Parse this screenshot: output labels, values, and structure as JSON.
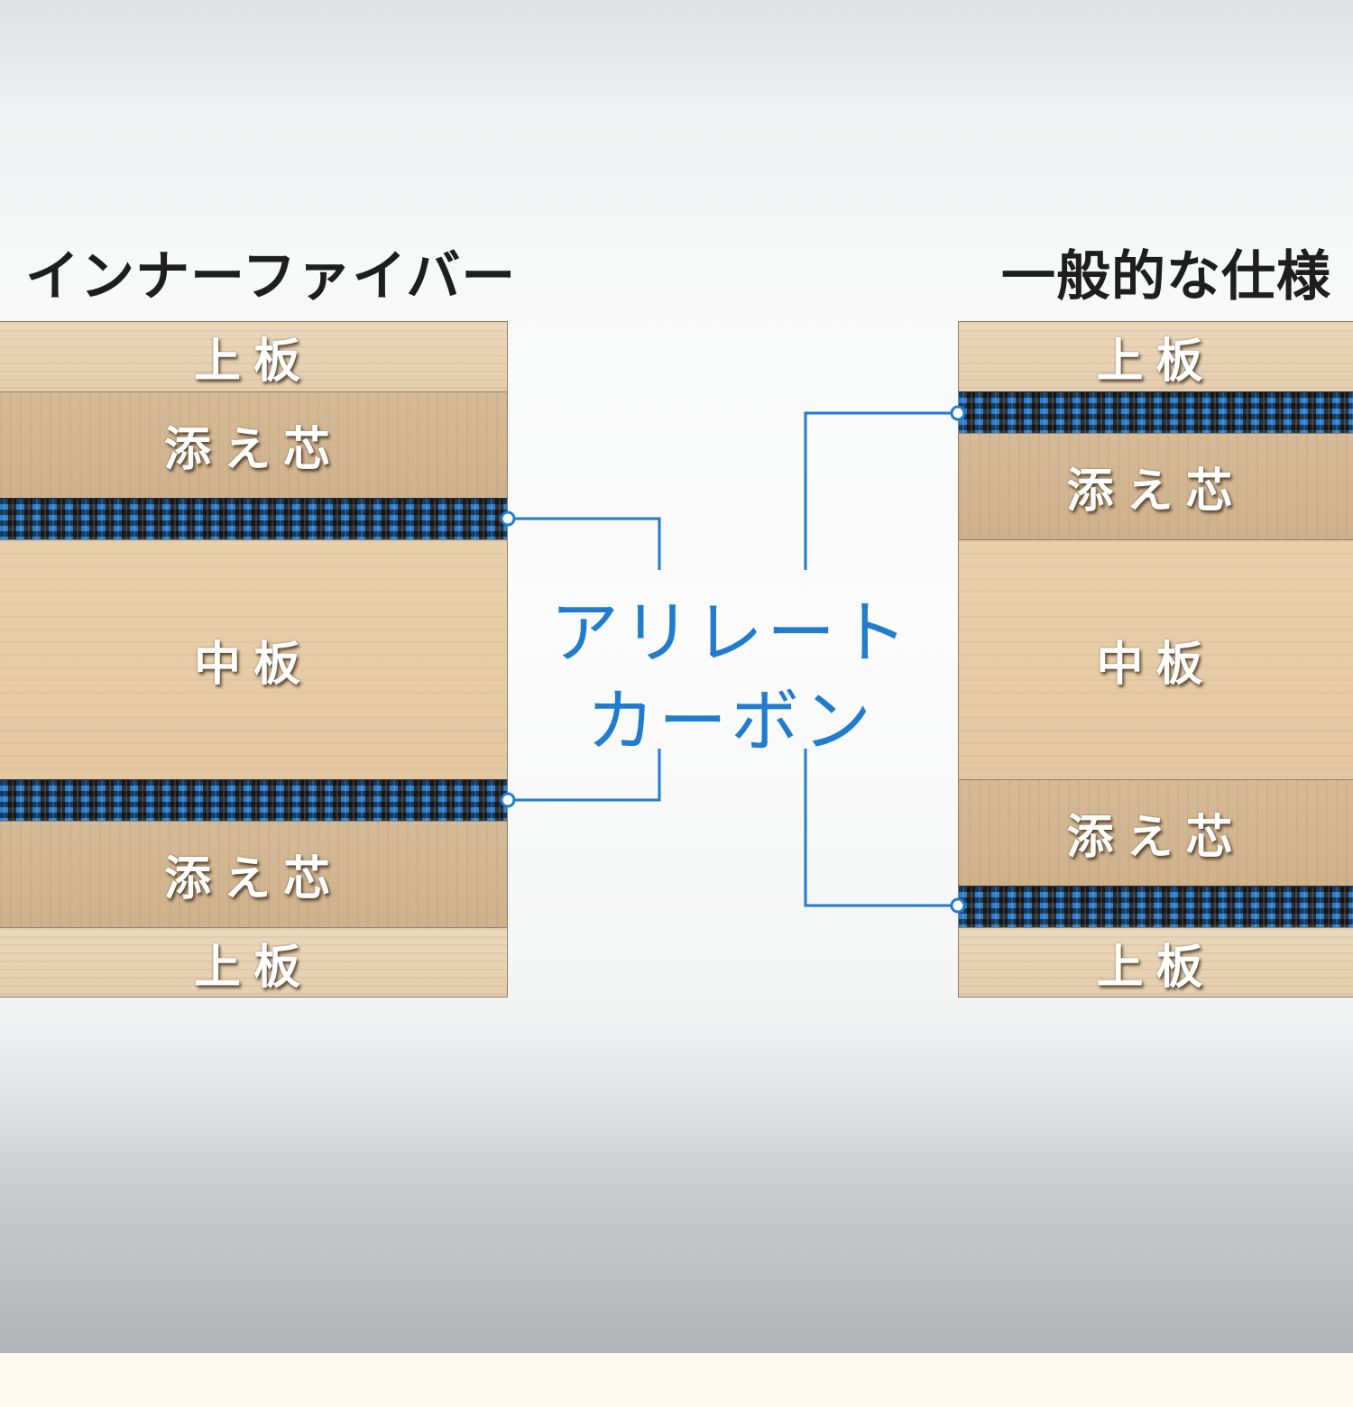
{
  "left_panel": {
    "title": "インナーファイバー",
    "layers": [
      "上板",
      "添え芯",
      "",
      "中板",
      "",
      "添え芯",
      "上板"
    ]
  },
  "right_panel": {
    "title": "一般的な仕様",
    "layers": [
      "上板",
      "",
      "添え芯",
      "中板",
      "添え芯",
      "",
      "上板"
    ]
  },
  "callout": {
    "line1": "アリレート",
    "line2": "カーボン"
  },
  "colors": {
    "callout_blue": "#1f7ccf",
    "carbon_blue": "#2d7fd0",
    "carbon_dark": "#2c2f33",
    "wood_light": "#ecd8bc",
    "wood_dark": "#d6bb98"
  }
}
